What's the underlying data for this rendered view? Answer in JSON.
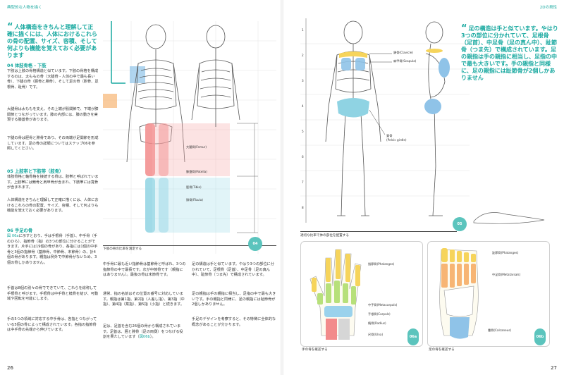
{
  "left_page": {
    "header": "典型的な人物を描く",
    "page_number": "26",
    "quote": "人体構造をきちんと理解して正確に描くには、人体におけるこれらの骨の配置、サイズ、容積、そして何よりも機能を覚えておく必要があります",
    "section_04": {
      "title": "04 体肢骨格 - 下肢",
      "p1": "下肢は上肢の骨格構造と似ています。下肢の骨格を構成するのは、太ももの骨（大腿骨 - 人体の中で最も長い骨）、下腿の骨（脛骨と腓骨）、そして足の骨（跗骨、足根骨、趾骨）です。",
      "p2": "大腿骨は太ももを支え、その上端が股関節で、下端が膝関節とつながっています。膝の内部には、膝の動きを実現する膝蓋骨があります。",
      "p3": "下腿の骨は脛骨と腓骨であり、その両端が足関節を形成しています。足の骨の詳細についてはステップ06を参照してください。"
    },
    "section_05": {
      "title": "05 上肢帯と下肢帯（肢骨）",
      "p1": "体肢骨格と軸骨格を接続する骨は、肢帯と呼ばれています。上肢帯には鎖骨と肩甲骨が含まれ、下肢帯には寛骨が含まれます。",
      "p2": "人体構造をきちんと理解して正確に描くには、人体におけるこれらの骨の配置、サイズ、容積、そして何よりも機能を覚えておく必要があります。"
    },
    "section_06": {
      "title": "06 手足の骨",
      "p1_ref": "図 06a",
      "p1": "に示すとおり、手は手根骨（手首）、中手骨（手のひら）、指節骨（指）の3つの部位に分けることができます。片手には19個の骨があり、各指には1個の中手骨と3個の指節骨（基節骨、中節骨、末節骨）の、計4個の骨があります。親指は例外で中節骨がないため、3個の骨しかありません。",
      "p2": "手首は8個の別々の骨でできていて、これらを総称して手根骨と呼びます。手根骨は中手骨と橈骨を結び、可動域や回転を可能にします。",
      "p3": "手の5つの領域に対応する中手骨は、各指とつながっている5個の骨によって構成されています。各指の指節骨は中手骨の先端から伸びています。",
      "col2_p1": "中手骨に最も近い指節骨は基節骨と呼ばれ、3つの指節骨の中で最長です。次が中節骨です（親指にはありません）。最後の骨は末節骨です。",
      "col2_p2": "通常、指の名前はその位置の番号に対応しています。親指は第1指、第2指（人差し指）、第3指（中指）、第4指（薬指）、第5指（小指）と続きます。",
      "col2_p3_a": "足は、足首を含む26個の骨から構成されています。足首は、脛と腓骨（足の両側）をつなげる役割を果たしています（",
      "col2_p3_ref": "図06b",
      "col2_p3_b": "）。"
    },
    "figure_04": {
      "labels": {
        "femur": "大腿骨(Femur)",
        "patella": "膝蓋骨(Patella)",
        "tibia": "脛骨(Tibia)",
        "fibula": "腓骨(Fibula)"
      },
      "caption": "下肢の骨の比率を測定する",
      "badge": "04"
    }
  },
  "right_page": {
    "header": "2Dの男性",
    "page_number": "27",
    "quote": "足の構造は手と似ています。やはり3つの部位に分かれていて、足根骨（足首）、中足骨（足の真ん中）、趾節骨（つま先）で構成されています。足の親指は手の親指に相当し、足指の中で最も大きいです。手の親指と同様に、足の親指には趾節骨が2個しかありません",
    "col_text": {
      "p1": "足の構造は手と似ています。やはり3つの部位に分かれていて、足根骨（足首）、中足骨（足の真ん中）、趾節骨（つま先）で構成されています。",
      "p2": "足の親指は手の親指に相当し、足指の中で最も大きいです。手の親指と同様に、足の親指には趾節骨が2個しかありません。",
      "p3": "手足のデザインを考察すると、その特徴に全体的な概念があることが分かります。"
    },
    "figure_05": {
      "labels": {
        "clavicle": "鎖骨(Clavicle)",
        "scapula": "肩甲骨(Scapula)",
        "pelvic": "寛骨\n(Pelvic girdle)"
      },
      "caption": "適切な比率で体の部位を配置する",
      "badge": "05",
      "scale_numbers": [
        "1",
        "2",
        "3",
        "4",
        "5",
        "6",
        "7",
        "8"
      ]
    },
    "figure_06a": {
      "labels": {
        "phalanges": "指節骨(Phalanges)",
        "metacarpals": "中手骨(Metacarpals)",
        "carpals": "手根骨(Carpals)",
        "radius": "橈骨(Radius)",
        "ulna": "尺骨(Ulna)"
      },
      "caption": "手の骨を確認する",
      "badge": "06a"
    },
    "figure_06b": {
      "labels": {
        "phalanges": "趾節骨(Phalanges)",
        "metatarsals": "中足骨(Metatarsals)",
        "calcaneus": "踵骨(Calcaneus)"
      },
      "caption": "足の骨を確認する",
      "badge": "06b"
    }
  },
  "colors": {
    "accent": "#19a9a0",
    "femur": "#f28b8b",
    "tibia": "#8fd3e3",
    "clavicle": "#f6d45b",
    "scapula": "#8fc3e8",
    "phalanges": "#f6d45b",
    "metacarpals": "#b7e07a",
    "carpals": "#9ad2ec"
  }
}
